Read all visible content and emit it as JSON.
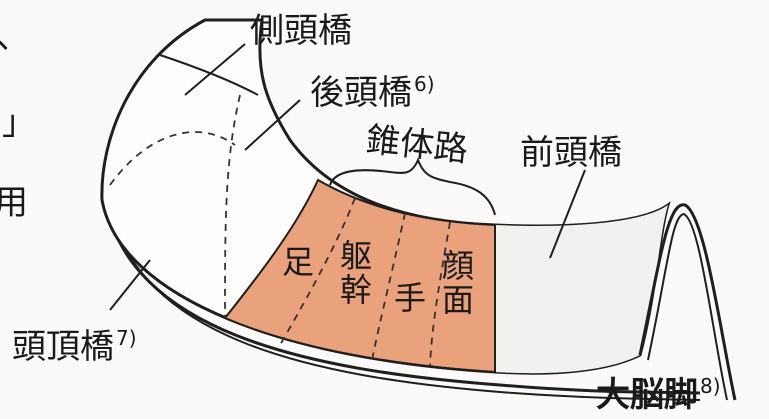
{
  "labels": {
    "lateral_pons": "側頭橋",
    "posterior_pons": "後頭橋",
    "posterior_ref": "6)",
    "pyramidal_tract": "錐体路",
    "frontal_pons": "前頭橋",
    "parietal_pons": "頭頂橋",
    "parietal_ref": "7)",
    "cerebral_peduncle": "大脳脚",
    "peduncle_ref": "8)"
  },
  "tract_segments": [
    {
      "chars": [
        "足"
      ]
    },
    {
      "chars": [
        "躯",
        "幹"
      ]
    },
    {
      "chars": [
        "手"
      ]
    },
    {
      "chars": [
        "顔",
        "面"
      ]
    }
  ],
  "edge_text": {
    "line1": "、",
    "line2": "」",
    "line3": "用"
  },
  "colors": {
    "tract_fill": "#e9a27c",
    "frontal_fill": "#f1f1ef",
    "outline": "#1f1f1f"
  }
}
